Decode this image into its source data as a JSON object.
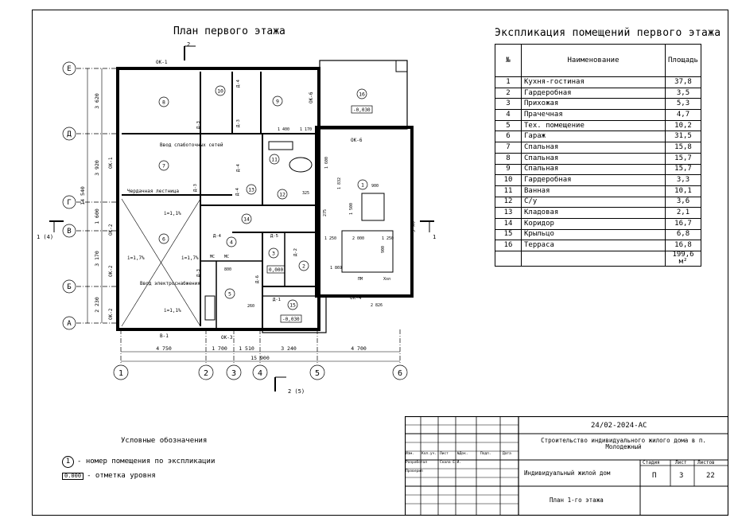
{
  "plan_title": "План первого этажа",
  "explication": {
    "title": "Экспликация помещений первого этажа",
    "headers": {
      "num": "№",
      "name": "Наименование",
      "area": "Площадь"
    },
    "rows": [
      {
        "n": "1",
        "name": "Кухня-гостиная",
        "area": "37,8"
      },
      {
        "n": "2",
        "name": "Гардеробная",
        "area": "3,5"
      },
      {
        "n": "3",
        "name": "Прихожая",
        "area": "5,3"
      },
      {
        "n": "4",
        "name": "Прачечная",
        "area": "4,7"
      },
      {
        "n": "5",
        "name": "Тех. помещение",
        "area": "10,2"
      },
      {
        "n": "6",
        "name": "Гараж",
        "area": "31,5"
      },
      {
        "n": "7",
        "name": "Спальная",
        "area": "15,8"
      },
      {
        "n": "8",
        "name": "Спальная",
        "area": "15,7"
      },
      {
        "n": "9",
        "name": "Спальная",
        "area": "15,7"
      },
      {
        "n": "10",
        "name": "Гардеробная",
        "area": "3,3"
      },
      {
        "n": "11",
        "name": "Ванная",
        "area": "10,1"
      },
      {
        "n": "12",
        "name": "С/у",
        "area": "3,6"
      },
      {
        "n": "13",
        "name": "Кладовая",
        "area": "2,1"
      },
      {
        "n": "14",
        "name": "Коридор",
        "area": "16,7"
      },
      {
        "n": "15",
        "name": "Крыльцо",
        "area": "6,8"
      },
      {
        "n": "16",
        "name": "Терраса",
        "area": "16,8"
      }
    ],
    "total": "199,6 м²"
  },
  "legend": {
    "title": "Условные обозначения",
    "item1_symbol": "1",
    "item1_text": "- номер помещения по экспликации",
    "item2_symbol": "0.000",
    "item2_text": "- отметка уровня"
  },
  "stamp": {
    "code": "24/02-2024-АС",
    "project": "Строительство индивидуального жилого дома в п. Молодежный",
    "object": "Индивидуальный жилой дом",
    "sheet_name": "План 1-го этажа",
    "col_stage": "Стадия",
    "col_sheet": "Лист",
    "col_sheets": "Листов",
    "stage": "П",
    "sheet": "3",
    "sheets": "22",
    "hdr": [
      "Изм.",
      "Кол.уч.",
      "Лист",
      "№Док.",
      "Подп.",
      "Дата"
    ],
    "developed": "Разработал",
    "developer": "Скала Е.И.",
    "checked": "Проверил"
  },
  "drawing": {
    "axes_letters": [
      "Е",
      "Д",
      "Г",
      "В",
      "Б",
      "А"
    ],
    "axes_numbers": [
      "1",
      "2",
      "3",
      "4",
      "5",
      "6"
    ],
    "dims_left": [
      "3 620",
      "3 920",
      "1 600",
      "3 170",
      "2 230"
    ],
    "dim_total_left": "14 540",
    "dims_bottom": [
      "4 750",
      "1 700",
      "1 510",
      "3 240",
      "4 700"
    ],
    "dim_total_bottom": "15 900",
    "labels": {
      "cut_top": "2",
      "cut_bottom": "2 (5)",
      "cut_left": "1 (4)",
      "cut_right": "1",
      "ok1": "ОК-1",
      "ok6a": "ОК-6",
      "ok6b": "ОК-6",
      "ok5": "ОК-5",
      "ok4": "ОК-4",
      "ok3": "ОК-3",
      "ok2a": "ОК-2",
      "ok2b": "ОК-2",
      "ok1b": "ОК-1",
      "ok2c": "ОК-2",
      "v1": "В-1",
      "low_voltage": "Ввод слаботочных сетей",
      "attic_stair": "Чердачная лестница",
      "power_input": "Ввод электроснабжения",
      "slope1": "i=1,1%",
      "slope2": "i=1,7%",
      "slope3": "i=1,7%",
      "slope4": "i=1,1%",
      "lvl16": "-0,030",
      "lvl15": "-0,030",
      "lvl0": "0,000",
      "d1": "Д-1",
      "d2": "Д-2",
      "d3a": "Д-3",
      "d3b": "Д-3",
      "d3c": "Д-3",
      "d3d": "Д-3",
      "d4a": "Д-4",
      "d4b": "Д-4",
      "d4c": "Д-4",
      "d4d": "Д-4",
      "d5": "Д-5",
      "d6": "Д-6",
      "dim1400": "1 400",
      "dim1170": "1 170",
      "dim900a": "900",
      "dim1250a": "1 250",
      "dim2000": "2 000",
      "dim1250b": "1 250",
      "dim1869": "1 869",
      "dim2826": "2 826",
      "dim1600": "1 600",
      "dim1832": "1 832",
      "dim1500": "1 500",
      "dim900b": "900",
      "dim325": "325",
      "dim275": "275",
      "dim800": "800",
      "dim260": "260",
      "mc1": "МС",
      "mc2": "МС",
      "pm": "ПМ",
      "hol": "Хол"
    }
  }
}
